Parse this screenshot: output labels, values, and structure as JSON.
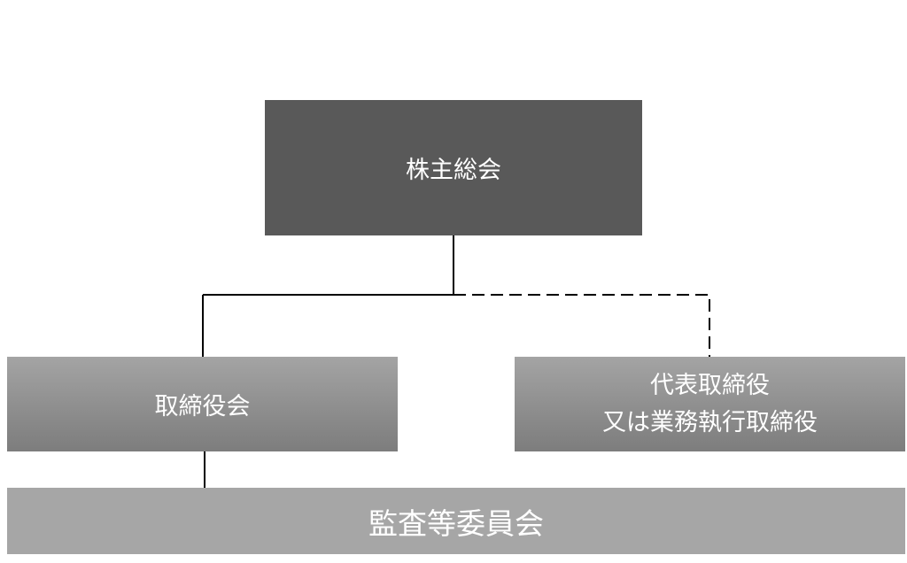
{
  "diagram": {
    "nodes": {
      "shareholders_meeting": {
        "label": "株主総会"
      },
      "board_of_directors": {
        "label": "取締役会"
      },
      "representative_director": {
        "label_line1": "代表取締役",
        "label_line2": "又は業務執行取締役"
      },
      "audit_committee": {
        "label": "監査等委員会"
      }
    },
    "edges": [
      {
        "from": "shareholders_meeting",
        "to": "board_of_directors",
        "style": "solid"
      },
      {
        "from": "shareholders_meeting",
        "to": "representative_director",
        "style": "dashed"
      },
      {
        "from": "board_of_directors",
        "to": "audit_committee",
        "style": "solid"
      }
    ],
    "colors": {
      "shareholders_fill": "#595959",
      "board_fill": "#8e8e8e",
      "audit_fill": "#a6a6a6",
      "text": "#ffffff",
      "line": "#000000"
    }
  }
}
